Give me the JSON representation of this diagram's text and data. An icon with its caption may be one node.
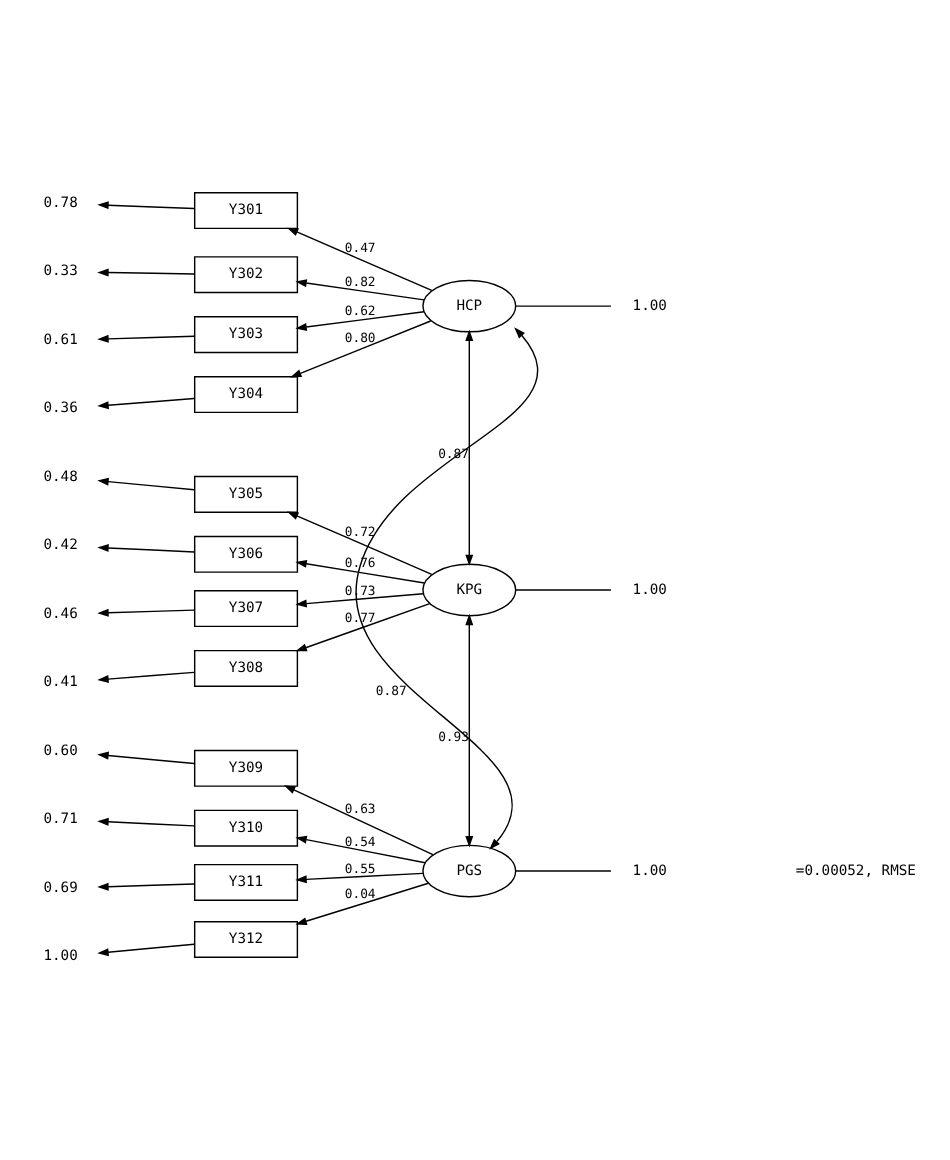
{
  "diagram": {
    "nodes": [
      {
        "text": [
          "0.78"
        ]
      },
      {
        "text": [
          "Y301"
        ]
      },
      {
        "text": [
          "0.33"
        ]
      },
      {
        "text": [
          "Y302"
        ]
      },
      {
        "text": [
          "0.61"
        ]
      },
      {
        "text": [
          "Y303"
        ]
      },
      {
        "text": [
          "0.36"
        ]
      },
      {
        "text": [
          "Y304"
        ]
      },
      {
        "text": [
          "0.48"
        ]
      },
      {
        "text": [
          "Y305"
        ]
      },
      {
        "text": [
          "0.42"
        ]
      },
      {
        "text": [
          "Y306"
        ]
      },
      {
        "text": [
          "0.46"
        ]
      },
      {
        "text": [
          "Y307"
        ]
      },
      {
        "text": [
          "0.41"
        ]
      },
      {
        "text": [
          "Y308"
        ]
      },
      {
        "text": [
          "0.60"
        ]
      },
      {
        "text": [
          "Y309"
        ]
      },
      {
        "text": [
          "0.71"
        ]
      },
      {
        "text": [
          "Y310"
        ]
      },
      {
        "text": [
          "0.69"
        ]
      },
      {
        "text": [
          "Y311"
        ]
      },
      {
        "text": [
          "1.00"
        ]
      },
      {
        "text": [
          "Y312"
        ]
      },
      {
        "text": [
          "HCP"
        ]
      },
      {
        "text": [
          "KPG"
        ]
      },
      {
        "text": [
          "PGS"
        ]
      },
      {
        "text": [
          "1.00"
        ]
      },
      {
        "text": [
          "1.00"
        ]
      },
      {
        "text": [
          "1.00"
        ]
      }
    ],
    "edges": [
      {
        "from": 1,
        "to": 0,
        "arrow": "to"
      },
      {
        "from": 3,
        "to": 2,
        "arrow": "to"
      },
      {
        "from": 5,
        "to": 4,
        "arrow": "to"
      },
      {
        "from": 7,
        "to": 6,
        "arrow": "to"
      },
      {
        "from": 9,
        "to": 8,
        "arrow": "to"
      },
      {
        "from": 11,
        "to": 10,
        "arrow": "to"
      },
      {
        "from": 13,
        "to": 12,
        "arrow": "to"
      },
      {
        "from": 15,
        "to": 14,
        "arrow": "to"
      },
      {
        "from": 17,
        "to": 16,
        "arrow": "to"
      },
      {
        "from": 19,
        "to": 18,
        "arrow": "to"
      },
      {
        "from": 21,
        "to": 20,
        "arrow": "to"
      },
      {
        "from": 23,
        "to": 22,
        "arrow": "to"
      },
      {
        "from": 24,
        "to": 1,
        "arrow": "to",
        "label": "0.47"
      },
      {
        "from": 24,
        "to": 3,
        "arrow": "to",
        "label": "0.82"
      },
      {
        "from": 24,
        "to": 5,
        "arrow": "to",
        "label": "0.62"
      },
      {
        "from": 24,
        "to": 7,
        "arrow": "to",
        "label": "0.80"
      },
      {
        "from": 25,
        "to": 9,
        "arrow": "to",
        "label": "0.72"
      },
      {
        "from": 25,
        "to": 11,
        "arrow": "to",
        "label": "0.76"
      },
      {
        "from": 25,
        "to": 13,
        "arrow": "to",
        "label": "0.73"
      },
      {
        "from": 25,
        "to": 15,
        "arrow": "to",
        "label": "0.77"
      },
      {
        "from": 26,
        "to": 17,
        "arrow": "to",
        "label": "0.63"
      },
      {
        "from": 26,
        "to": 19,
        "arrow": "to",
        "label": "0.54"
      },
      {
        "from": 26,
        "to": 21,
        "arrow": "to",
        "label": "0.55"
      },
      {
        "from": 26,
        "to": 23,
        "arrow": "to",
        "label": "0.04"
      },
      {
        "from": 24,
        "to": 27,
        "arrow": "none"
      },
      {
        "from": 25,
        "to": 28,
        "arrow": "none"
      },
      {
        "from": 26,
        "to": 29,
        "arrow": "none"
      },
      {
        "from": 24,
        "to": 25,
        "arrow": "both",
        "label": "0.87"
      },
      {
        "from": 25,
        "to": 26,
        "arrow": "both",
        "label": "0.93"
      },
      {
        "from": 24,
        "to": 26,
        "arrow": "both",
        "label": "0.87"
      }
    ],
    "labels": [
      "=0.00052, RMSE"
    ]
  }
}
